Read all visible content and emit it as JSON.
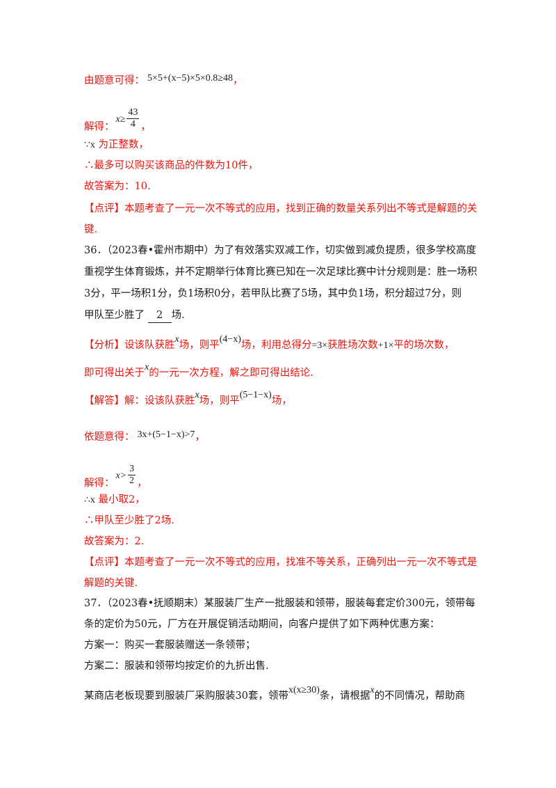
{
  "solution35": {
    "line1_prefix": "由题意可得：",
    "line1_math": "5×5+(x−5)×5×0.8≥48",
    "line1_suffix": "，",
    "line2_prefix": "解得：",
    "line2_var": "x≥",
    "line2_num": "43",
    "line2_den": "4",
    "line2_suffix": "，",
    "line3_math": "∵x",
    "line3_text": " 为正整数，",
    "line4": "∴最多可以购买该商品的件数为10件，",
    "line5": "故答案为：10.",
    "comment_line1": "【点评】本题考查了一元一次不等式的应用，找到正确的数量关系列出不等式是解题的关",
    "comment_line2": "键."
  },
  "problem36": {
    "line1": "36．（2023春•霍州市期中）为了有效落实双减工作，切实做到减负提质，很多学校高度",
    "line2": "重视学生体育锻炼，并不定期举行体育比赛已知在一次足球比赛中计分规则是：胜一场积",
    "line3": "3分，平一场积1分，负1场积0分，若甲队比赛了5场，其中负1场，积分超过7分，则",
    "line4_prefix": "甲队至少胜了 ",
    "line4_answer": "2",
    "line4_suffix": "场."
  },
  "solution36": {
    "analysis_a": "【分析】设该队获胜",
    "analysis_var": "x",
    "analysis_b": "场，则平",
    "analysis_math1": "(4−x)",
    "analysis_c": "场，利用总得分",
    "analysis_math2": "=3×",
    "analysis_d": "获胜场次数",
    "analysis_math3": "+1×",
    "analysis_e": "平的场次数，",
    "analysis_line2_a": "即可得出关于",
    "analysis_line2_var": "x",
    "analysis_line2_b": "的一元一次方程，解之即可得出结论.",
    "answer_a": "【解答】解：设该队获胜",
    "answer_var": "x",
    "answer_b": "场，则平",
    "answer_math": "(5−1−x)",
    "answer_c": "场，",
    "eq_prefix": "依题意得：",
    "eq_math": "3x+(5−1−x)>7",
    "eq_suffix": "，",
    "solve_prefix": "解得：",
    "solve_var": "x>",
    "solve_num": "3",
    "solve_den": "2",
    "solve_suffix": "，",
    "min_math": "∴x",
    "min_text": " 最小取2，",
    "conclusion": "∴甲队至少胜了2场.",
    "final": "故答案为：2.",
    "comment_line1": "【点评】本题考查了一元一次不等式的应用，找准不等关系，正确列出一元一次不等式是",
    "comment_line2": "解题的关键."
  },
  "problem37": {
    "line1": "37．（2023春•抚顺期末）某服装厂生产一批服装和领带，服装每套定价300元，领带每",
    "line2": "条的定价为50元，厂方在开展促销活动期间，向客户提供了如下两种优惠方案：",
    "line3": "方案一：购买一套服装赠送一条领带；",
    "line4": "方案二：服装和领带均按定价的九折出售.",
    "line5_a": "某商店老板现要到服装厂采购服装30套，领带",
    "line5_math": "x(x≥30)",
    "line5_b": "条，请根据",
    "line5_var": "x",
    "line5_c": "的不同情况，帮助商"
  }
}
